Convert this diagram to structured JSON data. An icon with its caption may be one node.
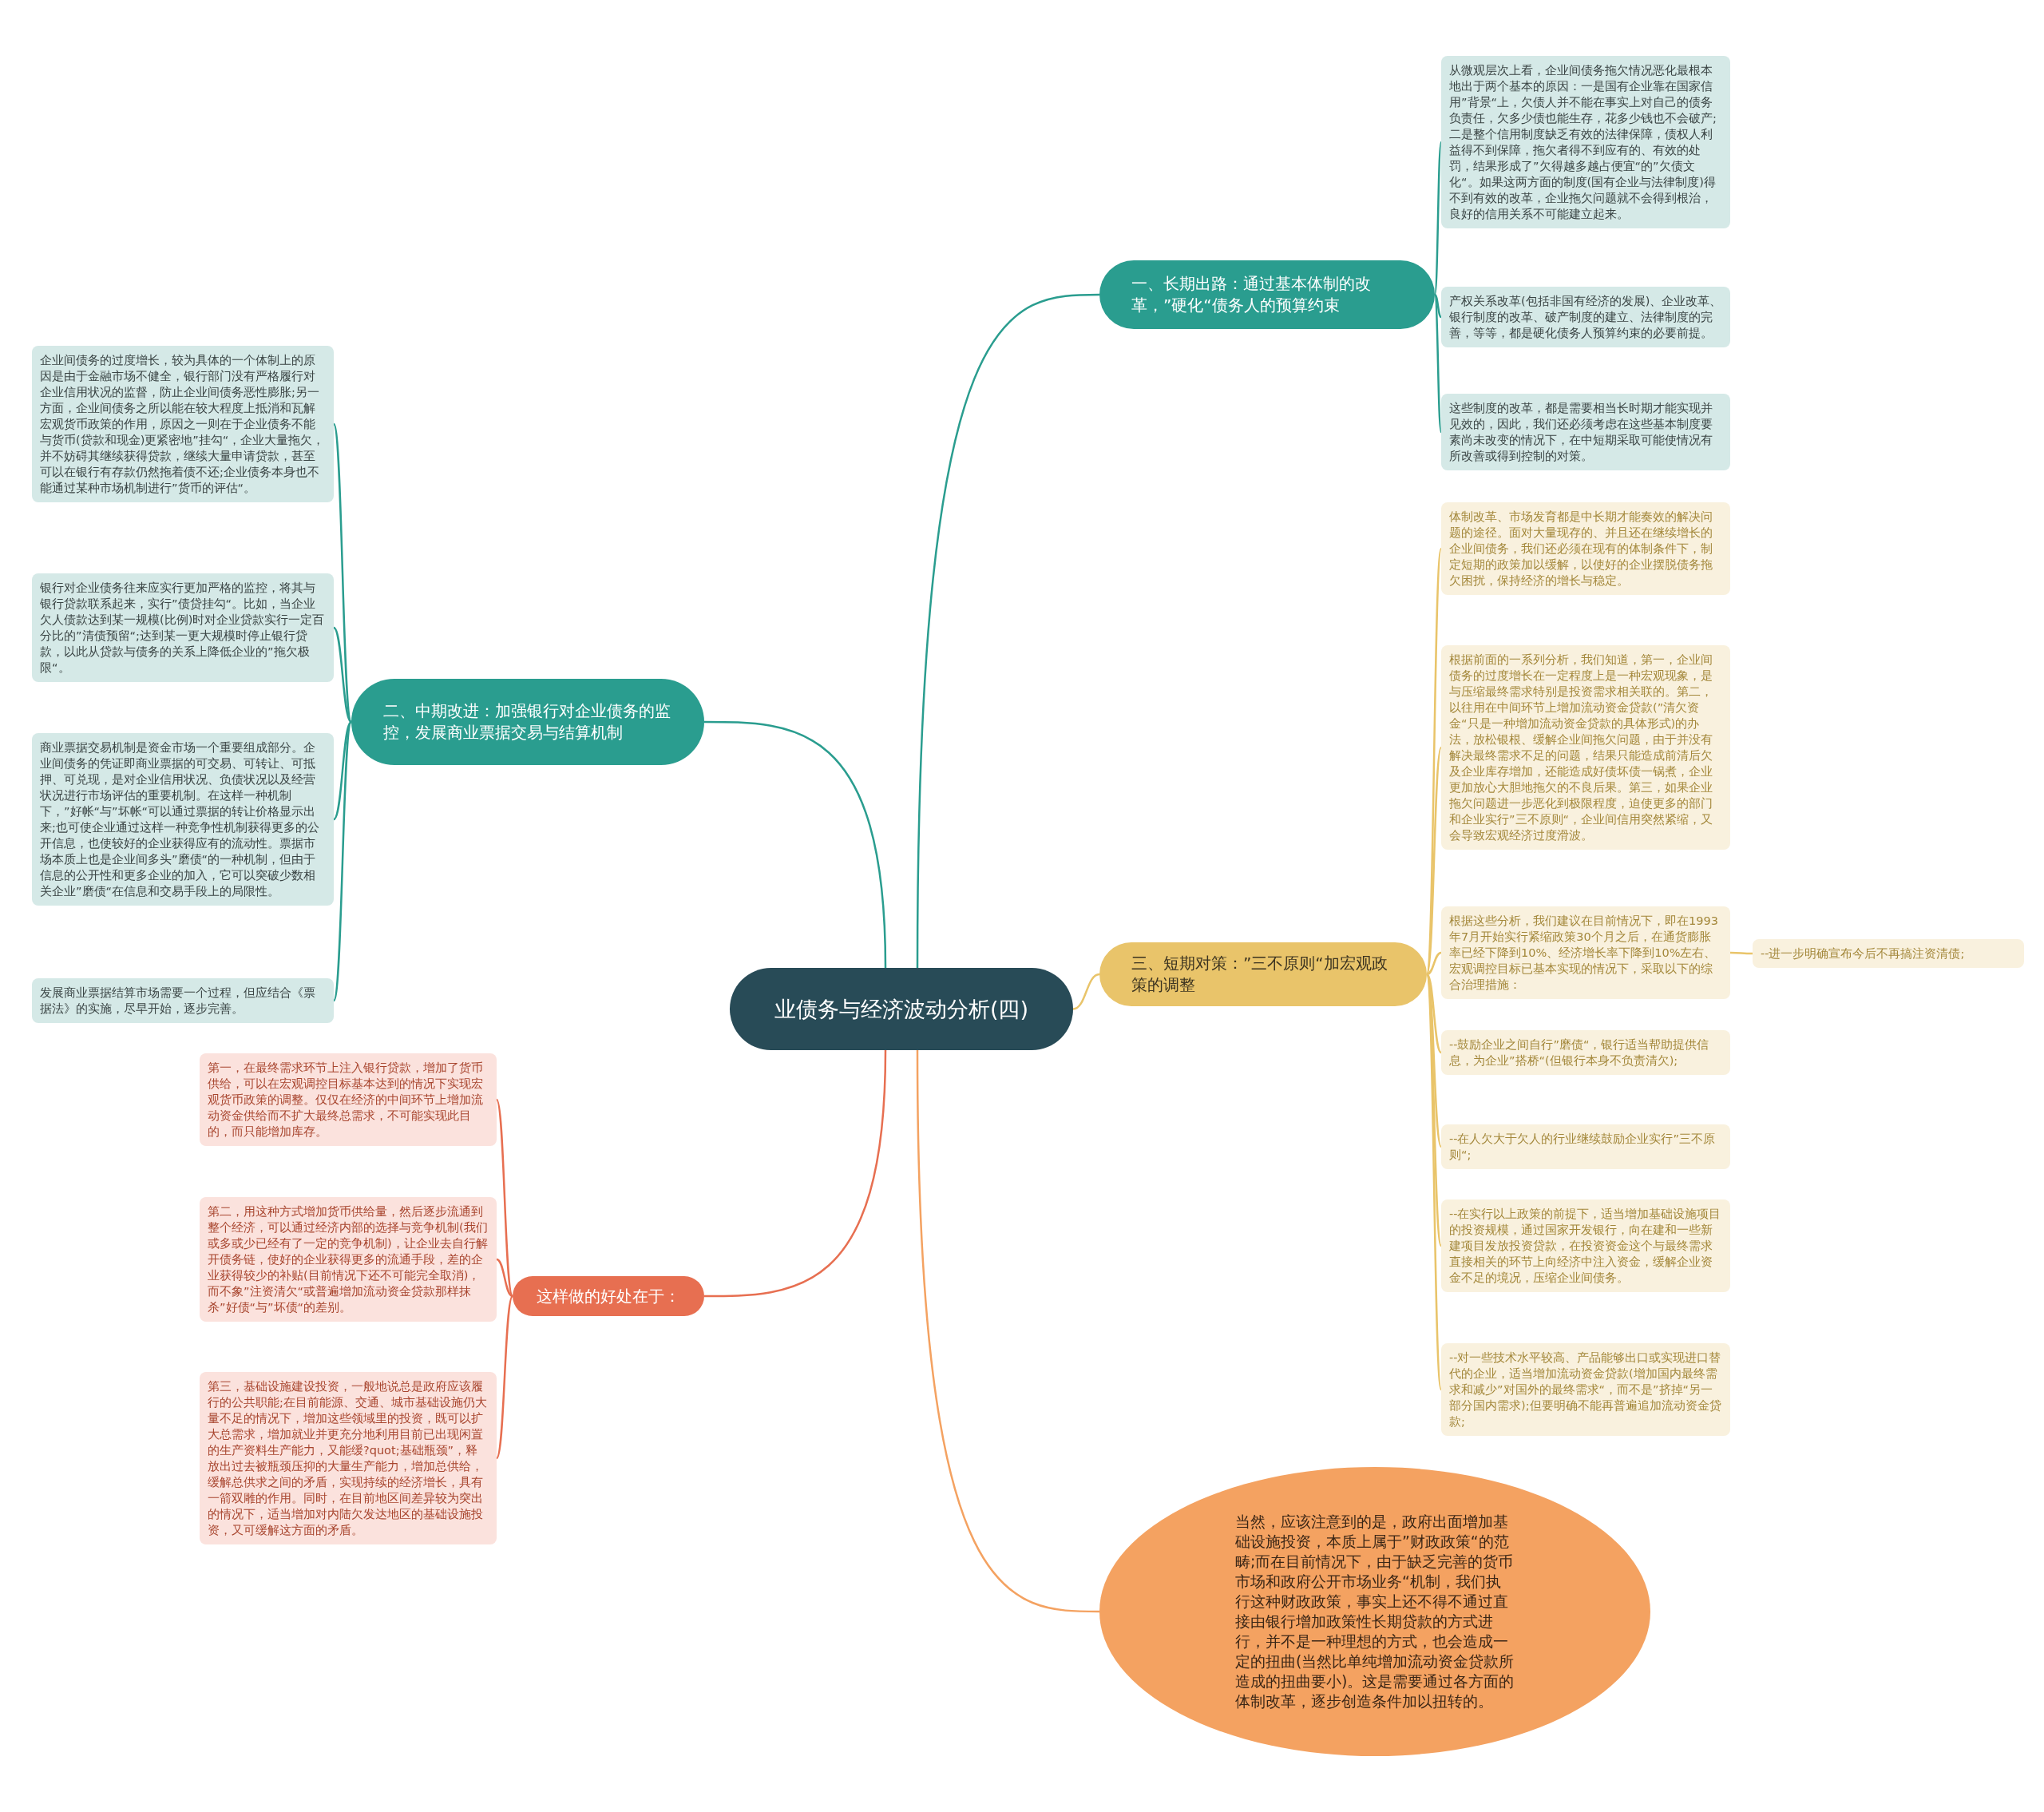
{
  "diagram": {
    "nodes": [
      {
        "text": [
          "业债务与经济波动分析(四)"
        ]
      },
      {
        "text": [
          "一、长期出路：通过基本体制的改革，”硬化“债务人的预算约束"
        ]
      },
      {
        "text": [
          "从微观层次上看，企业间债务拖欠情况恶化最根本地出于两个基本的原因：一是国有企业靠在国家信用”背景“上，欠债人并不能在事实上对自己的债务负责任，欠多少债也能生存，花多少钱也不会破产;二是整个信用制度缺乏有效的法律保障，债权人利益得不到保障，拖欠者得不到应有的、有效的处罚，结果形成了”欠得越多越占便宜“的”欠债文化“。如果这两方面的制度(国有企业与法律制度)得不到有效的改革，企业拖欠问题就不会得到根治，良好的信用关系不可能建立起来。"
        ]
      },
      {
        "text": [
          "产权关系改革(包括非国有经济的发展)、企业改革、银行制度的改革、破产制度的建立、法律制度的完善，等等，都是硬化债务人预算约束的必要前提。"
        ]
      },
      {
        "text": [
          "这些制度的改革，都是需要相当长时期才能实现并见效的，因此，我们还必须考虑在这些基本制度要素尚未改变的情况下，在中短期采取可能使情况有所改善或得到控制的对策。"
        ]
      },
      {
        "text": [
          "二、中期改进：加强银行对企业债务的监控，发展商业票据交易与结算机制"
        ]
      },
      {
        "text": [
          "企业间债务的过度增长，较为具体的一个体制上的原因是由于金融市场不健全，银行部门没有严格履行对企业信用状况的监督，防止企业间债务恶性膨胀;另一方面，企业间债务之所以能在较大程度上抵消和瓦解宏观货币政策的作用，原因之一则在于企业债务不能与货币(贷款和现金)更紧密地”挂勾“，企业大量拖欠，并不妨碍其继续获得贷款，继续大量申请贷款，甚至可以在银行有存款仍然拖着债不还;企业债务本身也不能通过某种市场机制进行”货币的评估“。"
        ]
      },
      {
        "text": [
          "银行对企业债务往来应实行更加严格的监控，将其与银行贷款联系起来，实行”债贷挂勾“。比如，当企业欠人债款达到某一规模(比例)时对企业贷款实行一定百分比的”清债预留“;达到某一更大规模时停止银行贷款，以此从贷款与债务的关系上降低企业的”拖欠极限“。"
        ]
      },
      {
        "text": [
          "商业票据交易机制是资金市场一个重要组成部分。企业间债务的凭证即商业票据的可交易、可转让、可抵押、可兑现，是对企业信用状况、负债状况以及经营状况进行市场评估的重要机制。在这样一种机制下，”好帐“与”坏帐“可以通过票据的转让价格显示出来;也可使企业通过这样一种竞争性机制获得更多的公开信息，也使较好的企业获得应有的流动性。票据市场本质上也是企业间多头”磨债“的一种机制，但由于信息的公开性和更多企业的加入，它可以突破少数相关企业”磨债“在信息和交易手段上的局限性。"
        ]
      },
      {
        "text": [
          "发展商业票据结算市场需要一个过程，但应结合《票据法》的实施，尽早开始，逐步完善。"
        ]
      },
      {
        "text": [
          "三、短期对策：”三不原则“加宏观政策的调整"
        ]
      },
      {
        "text": [
          "体制改革、市场发育都是中长期才能奏效的解决问题的途径。面对大量现存的、并且还在继续增长的企业间债务，我们还必须在现有的体制条件下，制定短期的政策加以缓解，以使好的企业摆脱债务拖欠困扰，保持经济的增长与稳定。"
        ]
      },
      {
        "text": [
          "根据前面的一系列分析，我们知道，第一，企业间债务的过度增长在一定程度上是一种宏观现象，是与压缩最终需求特别是投资需求相关联的。第二，以往用在中间环节上增加流动资金贷款(”清欠资金“只是一种增加流动资金贷款的具体形式)的办法，放松银根、缓解企业间拖欠问题，由于并没有解决最终需求不足的问题，结果只能造成前清后欠及企业库存增加，还能造成好债坏债一锅煮，企业更加放心大胆地拖欠的不良后果。第三，如果企业拖欠问题进一步恶化到极限程度，迫使更多的部门和企业实行”三不原则“，企业间信用突然紧缩，又会导致宏观经济过度滑波。"
        ]
      },
      {
        "text": [
          "根据这些分析，我们建议在目前情况下，即在1993年7月开始实行紧缩政策30个月之后，在通货膨胀率已经下降到10%、经济增长率下降到10%左右、宏观调控目标已基本实现的情况下，采取以下的综合治理措施："
        ]
      },
      {
        "text": [
          "--进一步明确宣布今后不再搞注资清债;"
        ]
      },
      {
        "text": [
          "--鼓励企业之间自行”磨债“，银行适当帮助提供信息，为企业”搭桥“(但银行本身不负责清欠);"
        ]
      },
      {
        "text": [
          "--在人欠大于欠人的行业继续鼓励企业实行”三不原则“;"
        ]
      },
      {
        "text": [
          "--在实行以上政策的前提下，适当增加基础设施项目的投资规模，通过国家开发银行，向在建和一些新建项目发放投资贷款，在投资资金这个与最终需求直接相关的环节上向经济中注入资金，缓解企业资金不足的境况，压缩企业间债务。"
        ]
      },
      {
        "text": [
          "--对一些技术水平较高、产品能够出口或实现进口替代的企业，适当增加流动资金贷款(增加国内最终需求和减少”对国外的最终需求“，而不是”挤掉“另一部分国内需求);但要明确不能再普遍追加流动资金贷款;"
        ]
      },
      {
        "text": [
          "这样做的好处在于："
        ]
      },
      {
        "text": [
          "第一，在最终需求环节上注入银行贷款，增加了货币供给，可以在宏观调控目标基本达到的情况下实现宏观货币政策的调整。仅仅在经济的中间环节上增加流动资金供给而不扩大最终总需求，不可能实现此目的，而只能增加库存。"
        ]
      },
      {
        "text": [
          "第二，用这种方式增加货币供给量，然后逐步流通到整个经济，可以通过经济内部的选择与竞争机制(我们或多或少已经有了一定的竞争机制)，让企业去自行解开债务链，使好的企业获得更多的流通手段，差的企业获得较少的补贴(目前情况下还不可能完全取消)，而不象”注资清欠“或普遍增加流动资金贷款那样抹杀”好债“与”坏债“的差别。"
        ]
      },
      {
        "text": [
          "第三，基础设施建设投资，一般地说总是政府应该履行的公共职能;在目前能源、交通、城市基础设施仍大量不足的情况下，增加这些领域里的投资，既可以扩大总需求，增加就业并更充分地利用目前已出现闲置的生产资料生产能力，又能缓?quot;基础瓶颈”，释放出过去被瓶颈压抑的大量生产能力，增加总供给，缓解总供求之间的矛盾，实现持续的经济增长，具有一箭双雕的作用。同时，在目前地区间差异较为突出的情况下，适当增加对内陆欠发达地区的基础设施投资，又可缓解这方面的矛盾。"
        ]
      },
      {
        "text": [
          "当然，应该注意到的是，政府出面增加基础设施投资，本质上属于”财政政策“的范畴;而在目前情况下，由于缺乏完善的货币市场和政府公开市场业务“机制，我们执行这种财政政策，事实上还不得不通过直接由银行增加政策性长期贷款的方式进行，并不是一种理想的方式，也会造成一定的扭曲(当然比单纯增加流动资金贷款所造成的扭曲要小)。这是需要通过各方面的体制改革，逐步创造条件加以扭转的。"
        ]
      }
    ],
    "edges": [
      {
        "from": 0,
        "to": 1,
        "arrow": "none",
        "color": "#2a9d8f"
      },
      {
        "from": 1,
        "to": 2,
        "arrow": "none",
        "color": "#2a9d8f"
      },
      {
        "from": 1,
        "to": 3,
        "arrow": "none",
        "color": "#2a9d8f"
      },
      {
        "from": 1,
        "to": 4,
        "arrow": "none",
        "color": "#2a9d8f"
      },
      {
        "from": 0,
        "to": 5,
        "arrow": "none",
        "color": "#2a9d8f"
      },
      {
        "from": 5,
        "to": 6,
        "arrow": "none",
        "color": "#2a9d8f"
      },
      {
        "from": 5,
        "to": 7,
        "arrow": "none",
        "color": "#2a9d8f"
      },
      {
        "from": 5,
        "to": 8,
        "arrow": "none",
        "color": "#2a9d8f"
      },
      {
        "from": 5,
        "to": 9,
        "arrow": "none",
        "color": "#2a9d8f"
      },
      {
        "from": 0,
        "to": 10,
        "arrow": "none",
        "color": "#e9c46a"
      },
      {
        "from": 10,
        "to": 11,
        "arrow": "none",
        "color": "#e9c46a"
      },
      {
        "from": 10,
        "to": 12,
        "arrow": "none",
        "color": "#e9c46a"
      },
      {
        "from": 10,
        "to": 13,
        "arrow": "none",
        "color": "#e9c46a"
      },
      {
        "from": 13,
        "to": 14,
        "arrow": "none",
        "color": "#e9c46a"
      },
      {
        "from": 10,
        "to": 15,
        "arrow": "none",
        "color": "#e9c46a"
      },
      {
        "from": 10,
        "to": 16,
        "arrow": "none",
        "color": "#e9c46a"
      },
      {
        "from": 10,
        "to": 17,
        "arrow": "none",
        "color": "#e9c46a"
      },
      {
        "from": 10,
        "to": 18,
        "arrow": "none",
        "color": "#e9c46a"
      },
      {
        "from": 0,
        "to": 19,
        "arrow": "none",
        "color": "#e76f51"
      },
      {
        "from": 19,
        "to": 20,
        "arrow": "none",
        "color": "#e76f51"
      },
      {
        "from": 19,
        "to": 21,
        "arrow": "none",
        "color": "#e76f51"
      },
      {
        "from": 19,
        "to": 22,
        "arrow": "none",
        "color": "#e76f51"
      },
      {
        "from": 0,
        "to": 23,
        "arrow": "none",
        "color": "#f4a261"
      }
    ]
  }
}
